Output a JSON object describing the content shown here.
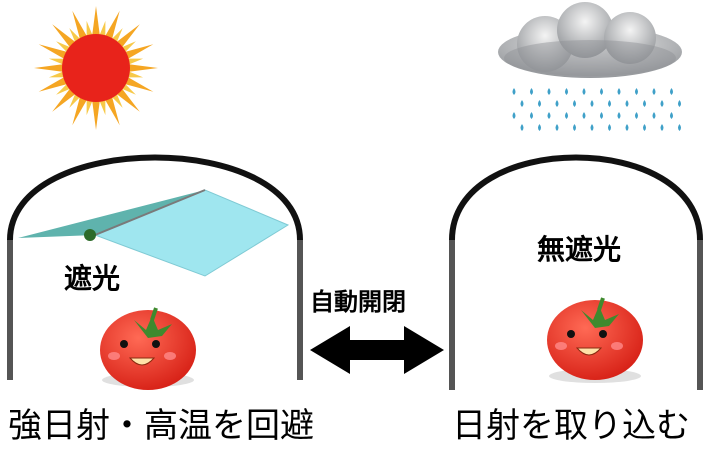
{
  "left_house": {
    "label": "遮光",
    "caption": "強日射・高温を回避"
  },
  "right_house": {
    "label": "無遮光",
    "caption": "日射を取り込む"
  },
  "center": {
    "label": "自動開閉"
  },
  "colors": {
    "sun_rays": "#f5a623",
    "sun_core": "#e8231b",
    "shade_net_dark": "#5fb3ad",
    "shade_net_light": "#9fe6ef",
    "greenhouse_frame": "#111111",
    "tomato": "#e8342a",
    "tomato_leaf": "#3f8a2e",
    "raindrop": "#3fa0c8",
    "cloud": "#8e9195"
  },
  "icons": [
    "sun-icon",
    "rain-cloud-icon",
    "tomato-icon",
    "double-arrow-icon"
  ]
}
